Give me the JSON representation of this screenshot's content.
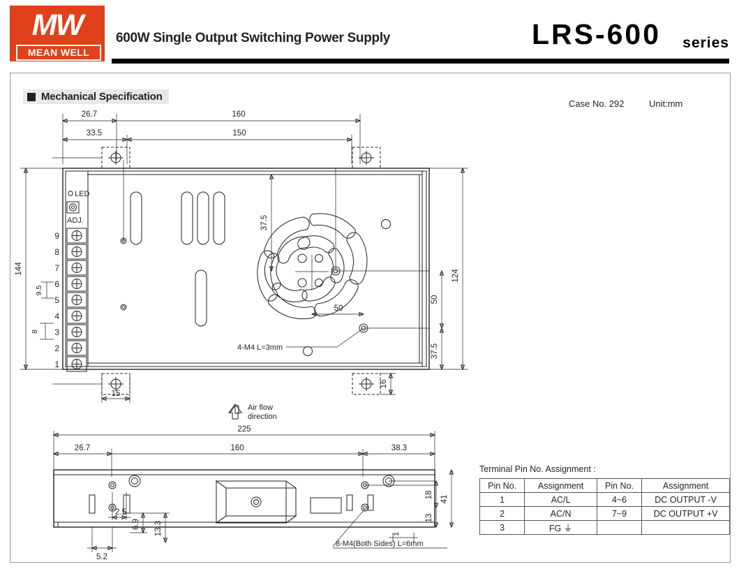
{
  "header": {
    "logo_mw": "MW",
    "logo_name": "MEAN WELL",
    "subtitle": "600W Single Output Switching Power Supply",
    "model": "LRS-600",
    "series": "series"
  },
  "section": {
    "title": "Mechanical Specification",
    "case_no": "Case No. 292",
    "unit": "Unit:mm"
  },
  "top_view": {
    "dims": {
      "d_26_7": "26.7",
      "d_160": "160",
      "d_33_5": "33.5",
      "d_150": "150",
      "d_144": "144",
      "d_9_5": "9.5",
      "d_8": "8",
      "d_37_5_top": "37.5",
      "d_37_5_bot": "37.5",
      "d_50_v": "50",
      "d_50_h": "50",
      "d_124": "124",
      "d_15": "15",
      "d_16": "16"
    },
    "labels": {
      "led": "LED",
      "adj": "ADJ.",
      "screw_callout": "4-M4  L=3mm",
      "airflow_line1": "Air flow",
      "airflow_line2": "direction"
    },
    "pins": [
      "9",
      "8",
      "7",
      "6",
      "5",
      "4",
      "3",
      "2",
      "1"
    ]
  },
  "side_view": {
    "dims": {
      "d_225": "225",
      "d_26_7": "26.7",
      "d_160": "160",
      "d_38_3": "38.3",
      "d_2_5": "2.5",
      "d_6_9": "6.9",
      "d_13_3": "13.3",
      "d_5_2": "5.2",
      "d_18": "18",
      "d_41": "41",
      "d_13": "13",
      "d_1": "1"
    },
    "labels": {
      "screw_callout": "8-M4(Both Sides) L=6mm"
    }
  },
  "pin_table": {
    "caption": "Terminal Pin No. Assignment :",
    "headers": [
      "Pin No.",
      "Assignment",
      "Pin No.",
      "Assignment"
    ],
    "rows": [
      [
        "1",
        "AC/L",
        "4~6",
        "DC OUTPUT -V"
      ],
      [
        "2",
        "AC/N",
        "7~9",
        "DC OUTPUT +V"
      ],
      [
        "3",
        "FG ⏚",
        "",
        ""
      ]
    ]
  },
  "colors": {
    "brand_red": "#e0401c",
    "ink": "#231f20",
    "band_gray": "#e8e8e8"
  }
}
